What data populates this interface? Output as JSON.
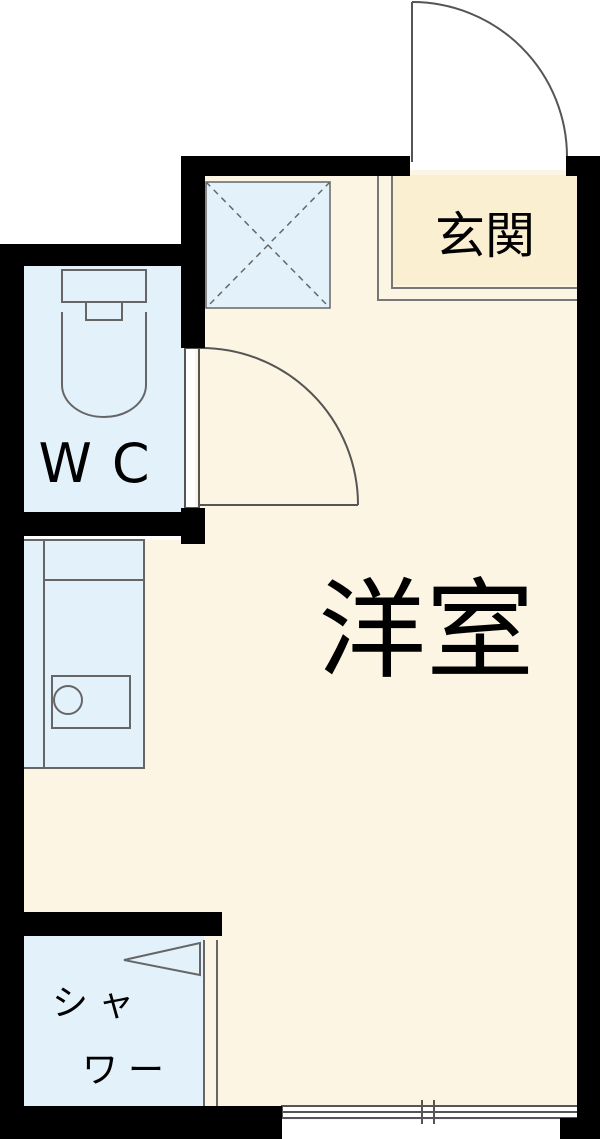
{
  "rooms": {
    "genkan": "玄関",
    "wc": "WC",
    "yoshitsu": "洋室",
    "shower_line1": "シャ",
    "shower_line2": "ワー"
  },
  "colors": {
    "wall": "#000000",
    "floor_main": "#fdf5e3",
    "wet_area": "#e3f1fb",
    "line": "#555555"
  },
  "icons": [
    "door-swing-icon",
    "toilet-icon",
    "sink-icon",
    "closet-x-icon",
    "shower-curtain-icon",
    "window-icon"
  ]
}
